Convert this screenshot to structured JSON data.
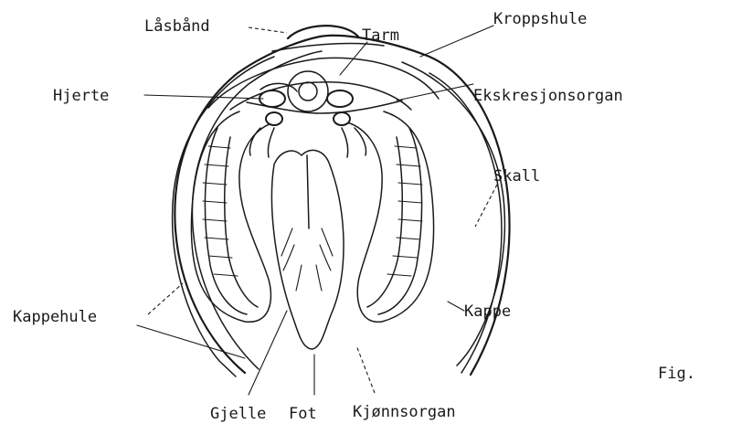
{
  "labels": {
    "ligament": "Låsbånd",
    "intestine": "Tarm",
    "body_cavity": "Kroppshule",
    "heart": "Hjerte",
    "excretory_organ": "Ekskresjonsorgan",
    "shell": "Skall",
    "mantle_cavity": "Kappehule",
    "mantle": "Kappe",
    "gill": "Gjelle",
    "foot": "Fot",
    "gonad": "Kjønnsorgan",
    "figure": "Fig."
  }
}
